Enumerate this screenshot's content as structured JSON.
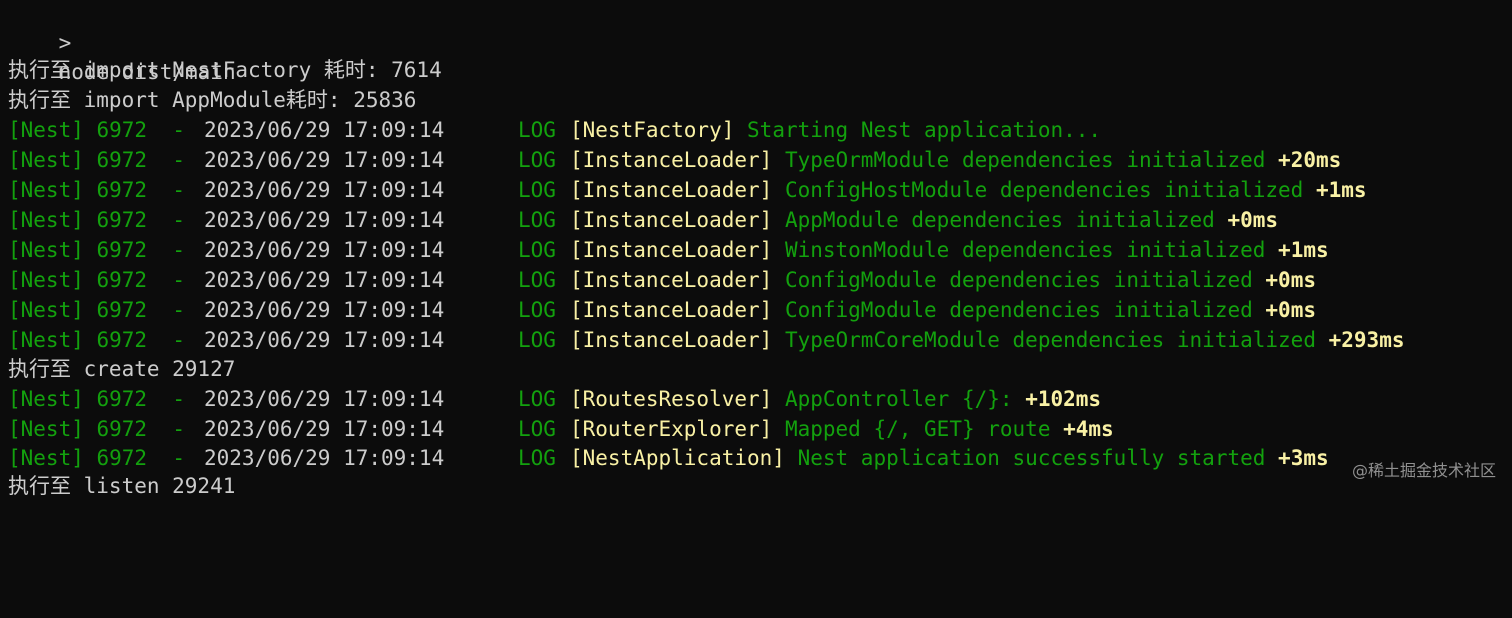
{
  "terminal": {
    "prompt": {
      "symbol": ">",
      "command": "node dist/main"
    },
    "timing_lines": {
      "import_nest": "执行至 import NestFactory 耗时: 7614",
      "import_app": "执行至 import AppModule耗时: 25836",
      "create": "执行至 create 29127",
      "listen": "执行至 listen 29241"
    },
    "log_lines": [
      {
        "prefix": "[Nest] 6972  -",
        "timestamp": "2023/06/29 17:09:14",
        "level": "LOG",
        "context": "[NestFactory]",
        "message": "Starting Nest application...",
        "duration": ""
      },
      {
        "prefix": "[Nest] 6972  -",
        "timestamp": "2023/06/29 17:09:14",
        "level": "LOG",
        "context": "[InstanceLoader]",
        "message": "TypeOrmModule dependencies initialized",
        "duration": "+20ms"
      },
      {
        "prefix": "[Nest] 6972  -",
        "timestamp": "2023/06/29 17:09:14",
        "level": "LOG",
        "context": "[InstanceLoader]",
        "message": "ConfigHostModule dependencies initialized",
        "duration": "+1ms"
      },
      {
        "prefix": "[Nest] 6972  -",
        "timestamp": "2023/06/29 17:09:14",
        "level": "LOG",
        "context": "[InstanceLoader]",
        "message": "AppModule dependencies initialized",
        "duration": "+0ms"
      },
      {
        "prefix": "[Nest] 6972  -",
        "timestamp": "2023/06/29 17:09:14",
        "level": "LOG",
        "context": "[InstanceLoader]",
        "message": "WinstonModule dependencies initialized",
        "duration": "+1ms"
      },
      {
        "prefix": "[Nest] 6972  -",
        "timestamp": "2023/06/29 17:09:14",
        "level": "LOG",
        "context": "[InstanceLoader]",
        "message": "ConfigModule dependencies initialized",
        "duration": "+0ms"
      },
      {
        "prefix": "[Nest] 6972  -",
        "timestamp": "2023/06/29 17:09:14",
        "level": "LOG",
        "context": "[InstanceLoader]",
        "message": "ConfigModule dependencies initialized",
        "duration": "+0ms"
      },
      {
        "prefix": "[Nest] 6972  -",
        "timestamp": "2023/06/29 17:09:14",
        "level": "LOG",
        "context": "[InstanceLoader]",
        "message": "TypeOrmCoreModule dependencies initialized",
        "duration": "+293ms"
      },
      {
        "prefix": "[Nest] 6972  -",
        "timestamp": "2023/06/29 17:09:14",
        "level": "LOG",
        "context": "[RoutesResolver]",
        "message": "AppController {/}:",
        "duration": "+102ms"
      },
      {
        "prefix": "[Nest] 6972  -",
        "timestamp": "2023/06/29 17:09:14",
        "level": "LOG",
        "context": "[RouterExplorer]",
        "message": "Mapped {/, GET} route",
        "duration": "+4ms"
      },
      {
        "prefix": "[Nest] 6972  -",
        "timestamp": "2023/06/29 17:09:14",
        "level": "LOG",
        "context": "[NestApplication]",
        "message": "Nest application successfully started",
        "duration": "+3ms"
      }
    ],
    "watermark": "@稀土掘金技术社区"
  },
  "colors": {
    "background": "#0c0c0c",
    "default_text": "#cccccc",
    "green": "#13a10e",
    "yellow": "#f9f1a5"
  }
}
